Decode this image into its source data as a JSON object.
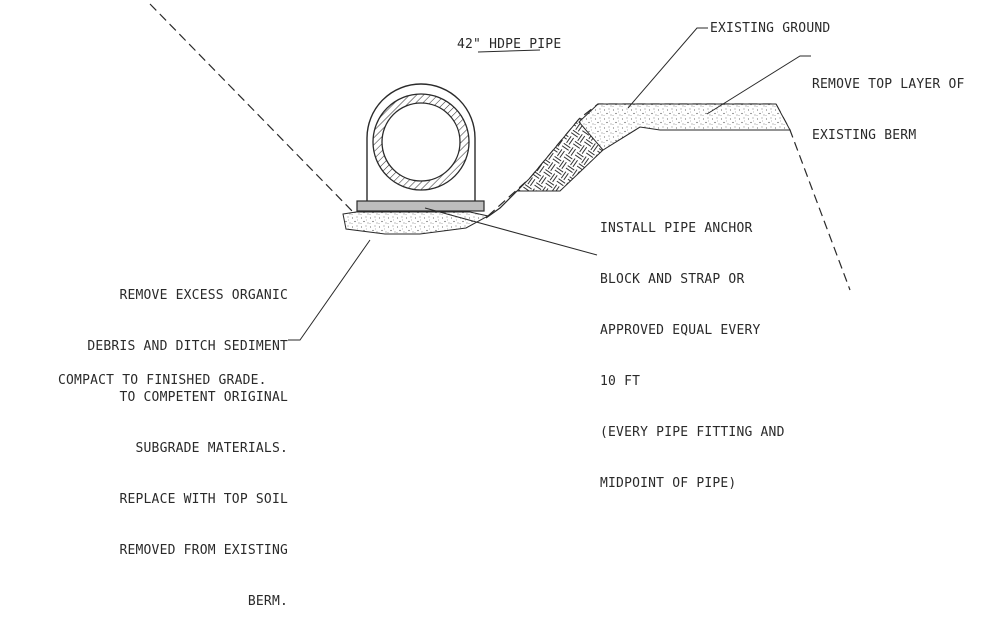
{
  "labels": {
    "pipe": "42\" HDPE PIPE",
    "existing_ground": "EXISTING GROUND",
    "remove_top_1": "REMOVE TOP LAYER OF",
    "remove_top_2": "EXISTING BERM",
    "anchor_1": "INSTALL PIPE ANCHOR",
    "anchor_2": "BLOCK AND STRAP OR",
    "anchor_3": "APPROVED EQUAL EVERY",
    "anchor_4": "10 FT",
    "anchor_5": "(EVERY PIPE FITTING AND",
    "anchor_6": "MIDPOINT OF PIPE)",
    "debris_1": "REMOVE EXCESS ORGANIC",
    "debris_2": "DEBRIS AND DITCH SEDIMENT",
    "debris_3": "TO COMPETENT ORIGINAL",
    "debris_4": "SUBGRADE MATERIALS.",
    "debris_5": "REPLACE WITH TOP SOIL",
    "debris_6": "REMOVED FROM EXISTING",
    "debris_7": "BERM.",
    "debris_8": "COMPACT TO FINISHED GRADE."
  },
  "colors": {
    "line": "#2a2a2a"
  }
}
